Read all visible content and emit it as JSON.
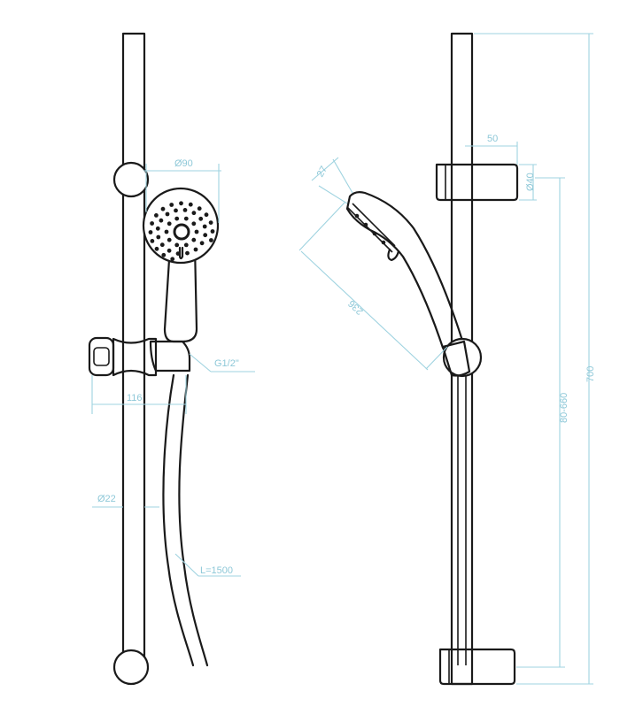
{
  "colors": {
    "outline": "#1a1a1a",
    "dimension": "#9fd3e0",
    "dimension_text": "#8ec8d8",
    "background": "#ffffff"
  },
  "front_view": {
    "head_diameter": "Ø90",
    "connector_thread": "G1/2\"",
    "holder_projection": "116",
    "rail_diameter": "Ø22",
    "hose_length": "L=1500"
  },
  "side_view": {
    "head_angle_depth": "27",
    "handshower_length": "236",
    "holder_offset": "50",
    "holder_height": "Ø40",
    "adjustable_range": "80-660",
    "total_height": "700"
  }
}
